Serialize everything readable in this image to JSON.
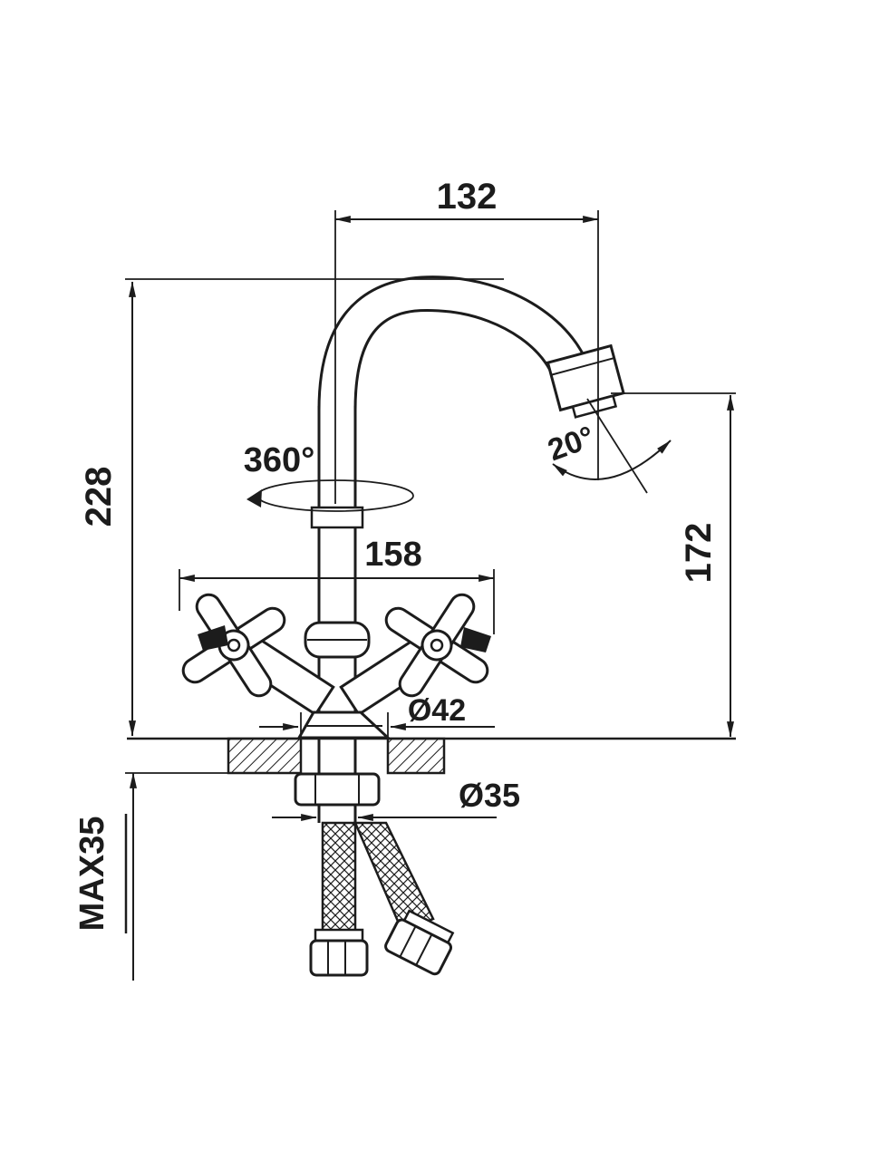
{
  "labels": {
    "spout_reach": "132",
    "overall_height": "228",
    "swivel": "360°",
    "spout_angle": "20°",
    "handle_span": "158",
    "spout_height": "172",
    "base_diameter": "Ø42",
    "mount_hole_diameter": "Ø35",
    "max_counter_thickness": "MAX35"
  },
  "colors": {
    "ink": "#1c1c1c",
    "paper": "#ffffff"
  }
}
